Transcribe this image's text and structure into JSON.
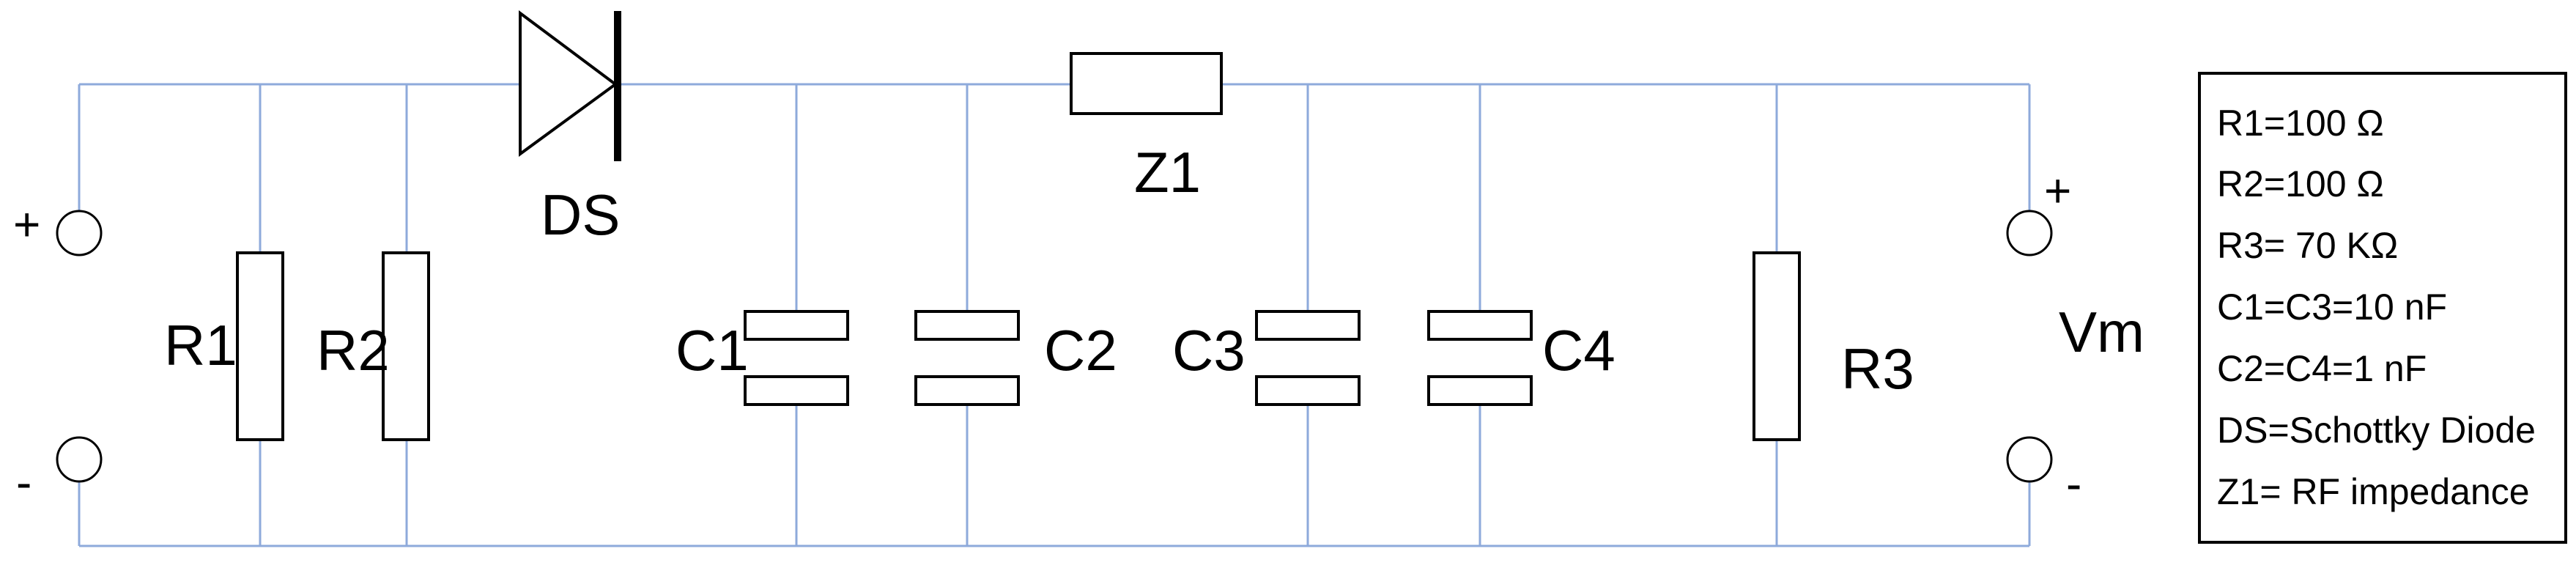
{
  "labels": {
    "r1": "R1",
    "r2": "R2",
    "r3": "R3",
    "c1": "C1",
    "c2": "C2",
    "c3": "C3",
    "c4": "C4",
    "ds": "DS",
    "z1": "Z1",
    "vm": "Vm"
  },
  "signs": {
    "input_plus": "+",
    "input_minus": "-",
    "output_plus": "+",
    "output_minus": "-"
  },
  "legend": [
    "R1=100 Ω",
    "R2=100 Ω",
    "R3= 70 KΩ",
    "C1=C3=10 nF",
    "C2=C4=1 nF",
    "DS=Schottky Diode",
    "Z1= RF impedance"
  ],
  "colors": {
    "wire": "#8eaadb",
    "component": "#000000"
  }
}
